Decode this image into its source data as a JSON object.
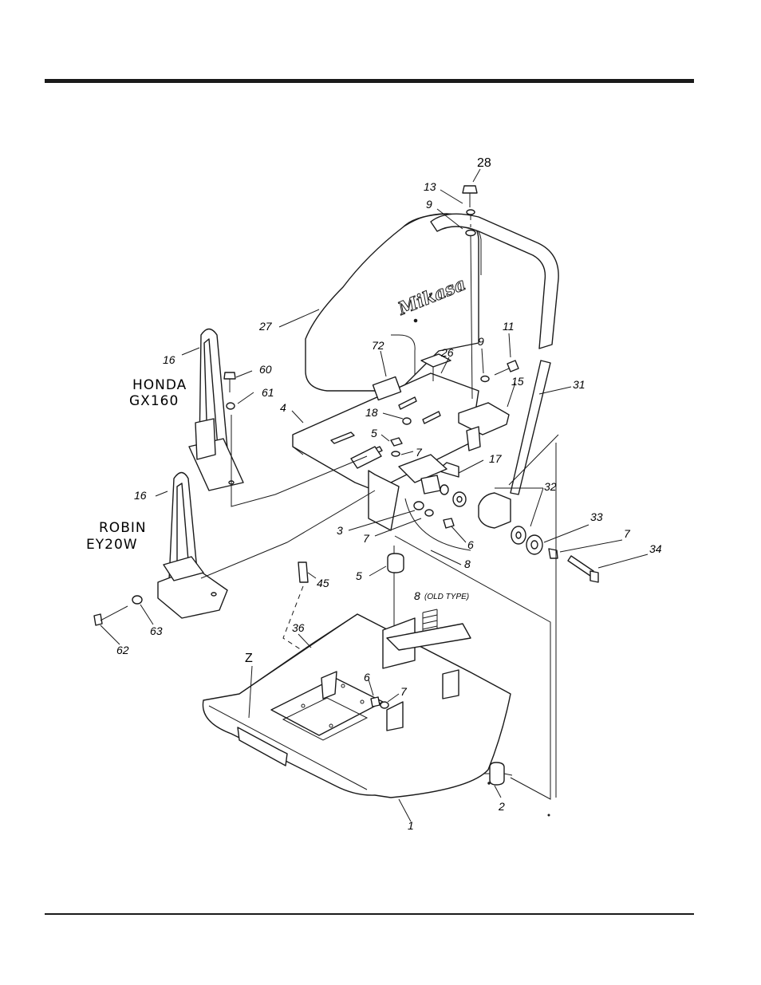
{
  "brand_mark": "Mikasa",
  "engines": {
    "honda": [
      "HONDA",
      "GX160"
    ],
    "robin": [
      "ROBIN",
      "EY20W"
    ]
  },
  "labels": {
    "p28": "28",
    "p13": "13",
    "p9a": "9",
    "p27": "27",
    "p72": "72",
    "p26": "26",
    "p9b": "9",
    "p11": "11",
    "p15": "15",
    "p31": "31",
    "p16a": "16",
    "p60": "60",
    "p61": "61",
    "p4": "4",
    "p18": "18",
    "p5a": "5",
    "p7a": "7",
    "p17": "17",
    "p32": "32",
    "p16b": "16",
    "p3": "3",
    "p7b": "7",
    "p6a": "6",
    "p8a": "8",
    "p33": "33",
    "p7c": "7",
    "p34": "34",
    "p5b": "5",
    "p45": "45",
    "p8b": "8",
    "old_type": "(OLD TYPE)",
    "p36": "36",
    "pZ": "Z",
    "p6b": "6",
    "p7d": "7",
    "p62": "62",
    "p63": "63",
    "p2": "2",
    "p1": "1"
  }
}
